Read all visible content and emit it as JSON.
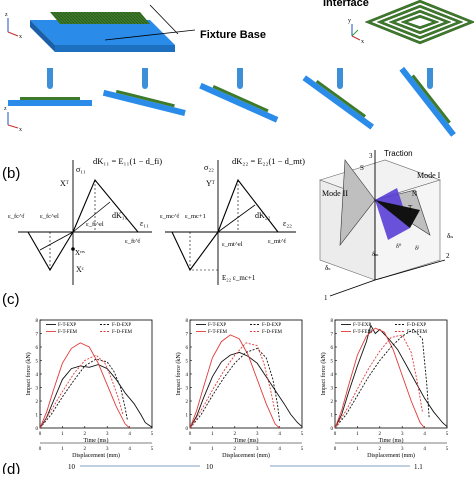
{
  "colors": {
    "fixture_blue": "#2a8be8",
    "fixture_blue_dark": "#1d6fc0",
    "laminate_green": "#3d7a2a",
    "laminate_green_dark": "#244f16",
    "impactor_blue": "#3d8fd8",
    "exp_black": "#111111",
    "fem_red": "#e23a3a",
    "mode_purple": "#5b3fd6"
  },
  "panel_a": {
    "interface_label": "Interface",
    "fixture_label": "Fixture Base",
    "axis_z": "z",
    "axis_x": "x",
    "axis_y": "y"
  },
  "panel_b": {
    "label": "(b)",
    "left": {
      "y_axis": "σ₁₁",
      "x_axis": "ε₁₁",
      "eq": "dK₁₁ = E₁₁(1 − d_fi)",
      "peak": "Xᵀ",
      "comp": "Xᶜ",
      "res": "Xʳᵉˢ",
      "dk": "dK₁₁",
      "tick_left": "ε_fc^f",
      "tick_left2": "ε_fc^el",
      "tick_right": "ε_ft^f",
      "tick_mid": "ε_ft^el"
    },
    "middle": {
      "y_axis": "σ₂₂",
      "x_axis": "ε₂₂",
      "eq": "dK₂₂ = E₂₂(1 − d_mt)",
      "peak": "Yᵀ",
      "dk": "dK₂₂",
      "bottom_eq": "E₂₂ ε_mc+1",
      "tick_left": "ε_mc^f",
      "tick_left2": "ε_mc+1",
      "tick_mid": "ε_mt^el",
      "tick_right": "ε_mt^f"
    },
    "right": {
      "traction": "Traction",
      "mode1": "Mode I",
      "mode2": "Mode II",
      "s": "S",
      "n": "N",
      "t": "T",
      "three": "3",
      "two": "2",
      "one": "1",
      "dn": "δₙ",
      "ds": "δₛ",
      "dt": "δ_t",
      "dm": "δₘ",
      "d0": "δ⁰",
      "df": "δᶠ"
    }
  },
  "panel_c": {
    "label": "(c)",
    "legend": {
      "ft_exp": "F-T-EXP",
      "ft_fem": "F-T-FEM",
      "fd_exp": "F-D-EXP",
      "fd_fem": "F-D-FEM"
    },
    "y_label": "Impact force (kN)",
    "x_label_time": "Time (ms)",
    "x_label_disp": "Displacement (mm)",
    "y_ticks": [
      "0",
      "1",
      "2",
      "3",
      "4",
      "5",
      "6",
      "7",
      "8"
    ],
    "time_ticks": [
      "0",
      "1",
      "2",
      "3",
      "4",
      "5"
    ],
    "disp_ticks": [
      "0",
      "1",
      "2",
      "3",
      "4",
      "5"
    ]
  },
  "panel_d": {
    "label": "(d)",
    "tick_10a": "10",
    "tick_10b": "10",
    "tick_11": "1.1"
  },
  "chart_data": [
    {
      "type": "line",
      "xlabel": "Time (ms)",
      "ylabel": "Impact force (kN)",
      "ylim": [
        0,
        8
      ],
      "xlim": [
        0,
        5
      ],
      "series": [
        {
          "name": "F-T-EXP",
          "x": [
            0,
            0.3,
            0.6,
            1.0,
            1.4,
            1.8,
            2.2,
            2.6,
            3.0,
            3.4,
            3.8,
            4.2,
            4.5,
            4.7,
            5.0
          ],
          "y": [
            0,
            0.8,
            2.0,
            3.6,
            4.4,
            4.6,
            4.5,
            4.7,
            4.4,
            3.6,
            2.6,
            1.8,
            1.0,
            0.4,
            0.05
          ]
        },
        {
          "name": "F-T-FEM",
          "x": [
            0,
            0.3,
            0.6,
            1.0,
            1.4,
            1.8,
            2.2,
            2.6,
            3.0,
            3.4,
            3.8,
            4.0
          ],
          "y": [
            0,
            1.2,
            2.8,
            4.8,
            5.9,
            6.3,
            6.0,
            4.8,
            3.2,
            1.6,
            0.3,
            0
          ]
        },
        {
          "name": "F-D-EXP",
          "x": [
            0,
            0.5,
            1.0,
            1.5,
            2.0,
            2.5,
            3.0,
            3.3,
            3.6,
            3.8,
            3.9
          ],
          "y": [
            0,
            1.0,
            2.3,
            3.5,
            4.6,
            5.1,
            4.9,
            4.2,
            3.0,
            1.5,
            0.6
          ]
        },
        {
          "name": "F-D-FEM",
          "x": [
            0,
            0.5,
            1.0,
            1.5,
            2.0,
            2.5,
            2.9,
            3.2,
            3.5,
            3.7
          ],
          "y": [
            0,
            1.3,
            2.7,
            4.0,
            5.0,
            5.4,
            4.8,
            3.6,
            2.2,
            1.0
          ]
        }
      ]
    },
    {
      "type": "line",
      "xlabel": "Time (ms)",
      "ylabel": "Impact force (kN)",
      "ylim": [
        0,
        8
      ],
      "xlim": [
        0,
        5
      ],
      "series": [
        {
          "name": "F-T-EXP",
          "x": [
            0,
            0.3,
            0.6,
            1.0,
            1.4,
            1.8,
            2.2,
            2.6,
            3.0,
            3.4,
            3.8,
            4.2,
            4.5,
            4.8,
            5.0
          ],
          "y": [
            0,
            0.9,
            2.2,
            3.8,
            4.9,
            5.4,
            5.6,
            5.3,
            4.8,
            3.8,
            2.8,
            1.8,
            1.0,
            0.4,
            0.1
          ]
        },
        {
          "name": "F-T-FEM",
          "x": [
            0,
            0.3,
            0.6,
            1.0,
            1.4,
            1.8,
            2.2,
            2.6,
            3.0,
            3.4,
            3.8,
            4.0
          ],
          "y": [
            0,
            1.3,
            3.0,
            5.2,
            6.4,
            6.9,
            6.6,
            5.4,
            3.6,
            1.8,
            0.3,
            0
          ]
        },
        {
          "name": "F-D-EXP",
          "x": [
            0,
            0.5,
            1.0,
            1.5,
            2.0,
            2.5,
            3.0,
            3.4,
            3.7,
            3.9,
            4.0
          ],
          "y": [
            0,
            1.0,
            2.4,
            3.7,
            4.8,
            5.6,
            5.9,
            5.2,
            3.6,
            1.8,
            0.5
          ]
        },
        {
          "name": "F-D-FEM",
          "x": [
            0,
            0.5,
            1.0,
            1.5,
            2.0,
            2.5,
            3.0,
            3.3,
            3.6,
            3.8
          ],
          "y": [
            0,
            1.3,
            2.8,
            4.2,
            5.4,
            6.3,
            6.1,
            4.8,
            2.8,
            1.2
          ]
        }
      ]
    },
    {
      "type": "line",
      "xlabel": "Time (ms)",
      "ylabel": "Impact force (kN)",
      "ylim": [
        0,
        8
      ],
      "xlim": [
        0,
        5
      ],
      "series": [
        {
          "name": "F-T-EXP",
          "x": [
            0,
            0.3,
            0.6,
            1.0,
            1.4,
            1.6,
            1.8,
            2.0,
            2.4,
            2.8,
            3.2,
            3.6,
            4.0,
            4.4,
            4.8,
            5.0
          ],
          "y": [
            0,
            1.0,
            2.6,
            4.6,
            6.4,
            7.6,
            7.0,
            7.3,
            6.6,
            5.8,
            4.6,
            3.4,
            2.2,
            1.2,
            0.4,
            0.1
          ]
        },
        {
          "name": "F-T-FEM",
          "x": [
            0,
            0.3,
            0.6,
            1.0,
            1.4,
            1.8,
            2.2,
            2.6,
            3.0,
            3.4,
            3.8,
            4.0
          ],
          "y": [
            0,
            1.3,
            3.1,
            5.4,
            6.8,
            7.4,
            7.1,
            5.8,
            3.9,
            2.0,
            0.4,
            0
          ]
        },
        {
          "name": "F-D-EXP",
          "x": [
            0,
            0.5,
            1.0,
            1.5,
            2.0,
            2.5,
            3.0,
            3.5,
            3.9,
            4.1,
            4.2
          ],
          "y": [
            0,
            1.0,
            2.4,
            3.8,
            5.0,
            6.0,
            6.8,
            7.3,
            6.6,
            3.2,
            0.8
          ]
        },
        {
          "name": "F-D-FEM",
          "x": [
            0,
            0.5,
            1.0,
            1.5,
            2.0,
            2.5,
            3.0,
            3.4,
            3.7,
            3.9
          ],
          "y": [
            0,
            1.3,
            2.9,
            4.4,
            5.7,
            6.7,
            6.9,
            5.6,
            3.2,
            1.2
          ]
        }
      ]
    }
  ]
}
